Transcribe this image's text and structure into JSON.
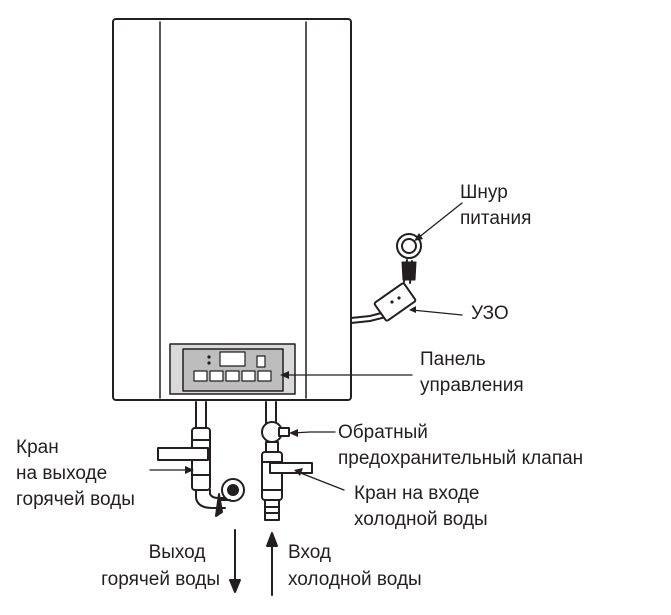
{
  "labels": {
    "power_cord": [
      "Шнур",
      "питания"
    ],
    "rcd": "УЗО",
    "control_panel": [
      "Панель",
      "управления"
    ],
    "check_valve": [
      "Обратный",
      "предохранительный клапан"
    ],
    "hot_tap": [
      "Кран",
      "на выходе",
      "горячей воды"
    ],
    "cold_tap": [
      "Кран на входе",
      "холодной воды"
    ],
    "hot_outlet": [
      "Выход",
      "горячей воды"
    ],
    "cold_inlet": [
      "Вход",
      "холодной воды"
    ]
  },
  "colors": {
    "line": "#231f20",
    "panel": "#bdbdbd",
    "background": "#ffffff"
  }
}
